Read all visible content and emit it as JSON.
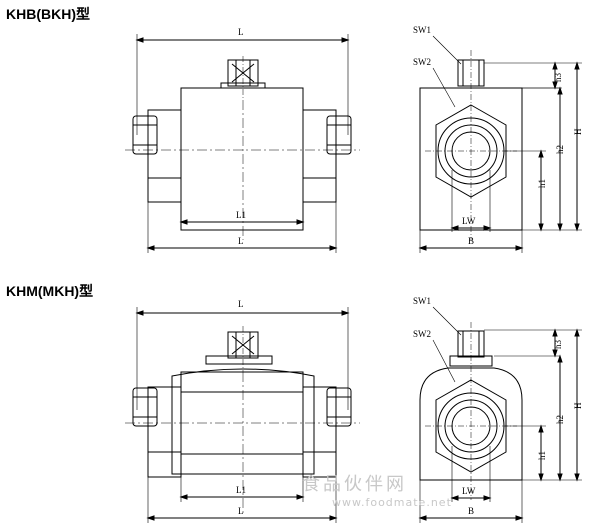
{
  "diagram": {
    "top": {
      "title": "KHB(BKH)型"
    },
    "bottom": {
      "title": "KHM(MKH)型"
    },
    "labels": {
      "L": "L",
      "L1": "L1",
      "SW1": "SW1",
      "SW2": "SW2",
      "h1": "h1",
      "h2": "h2",
      "h3": "h3",
      "H": "H",
      "LW": "LW",
      "B": "B"
    }
  },
  "watermark": {
    "text": "食品伙伴网",
    "url": "www.foodmate.net"
  }
}
